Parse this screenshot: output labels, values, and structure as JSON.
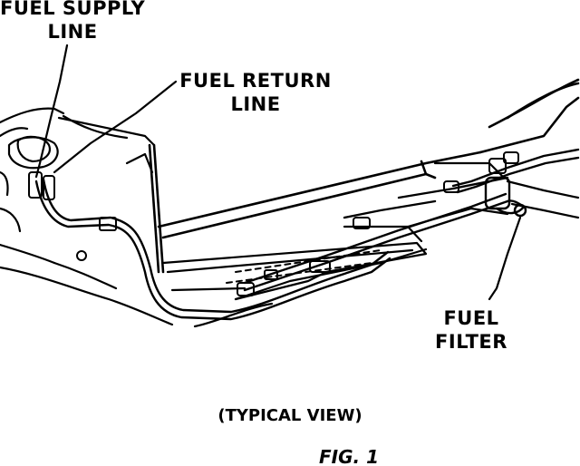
{
  "labels": {
    "fuel_supply_line": [
      "FUEL SUPPLY",
      "LINE"
    ],
    "fuel_return_line": [
      "FUEL RETURN",
      "LINE"
    ],
    "fuel_filter": [
      "FUEL",
      "FILTER"
    ]
  },
  "caption": "(TYPICAL VIEW)",
  "figure": "FIG. 1",
  "colors": {
    "ink": "#000000",
    "paper": "#ffffff"
  }
}
